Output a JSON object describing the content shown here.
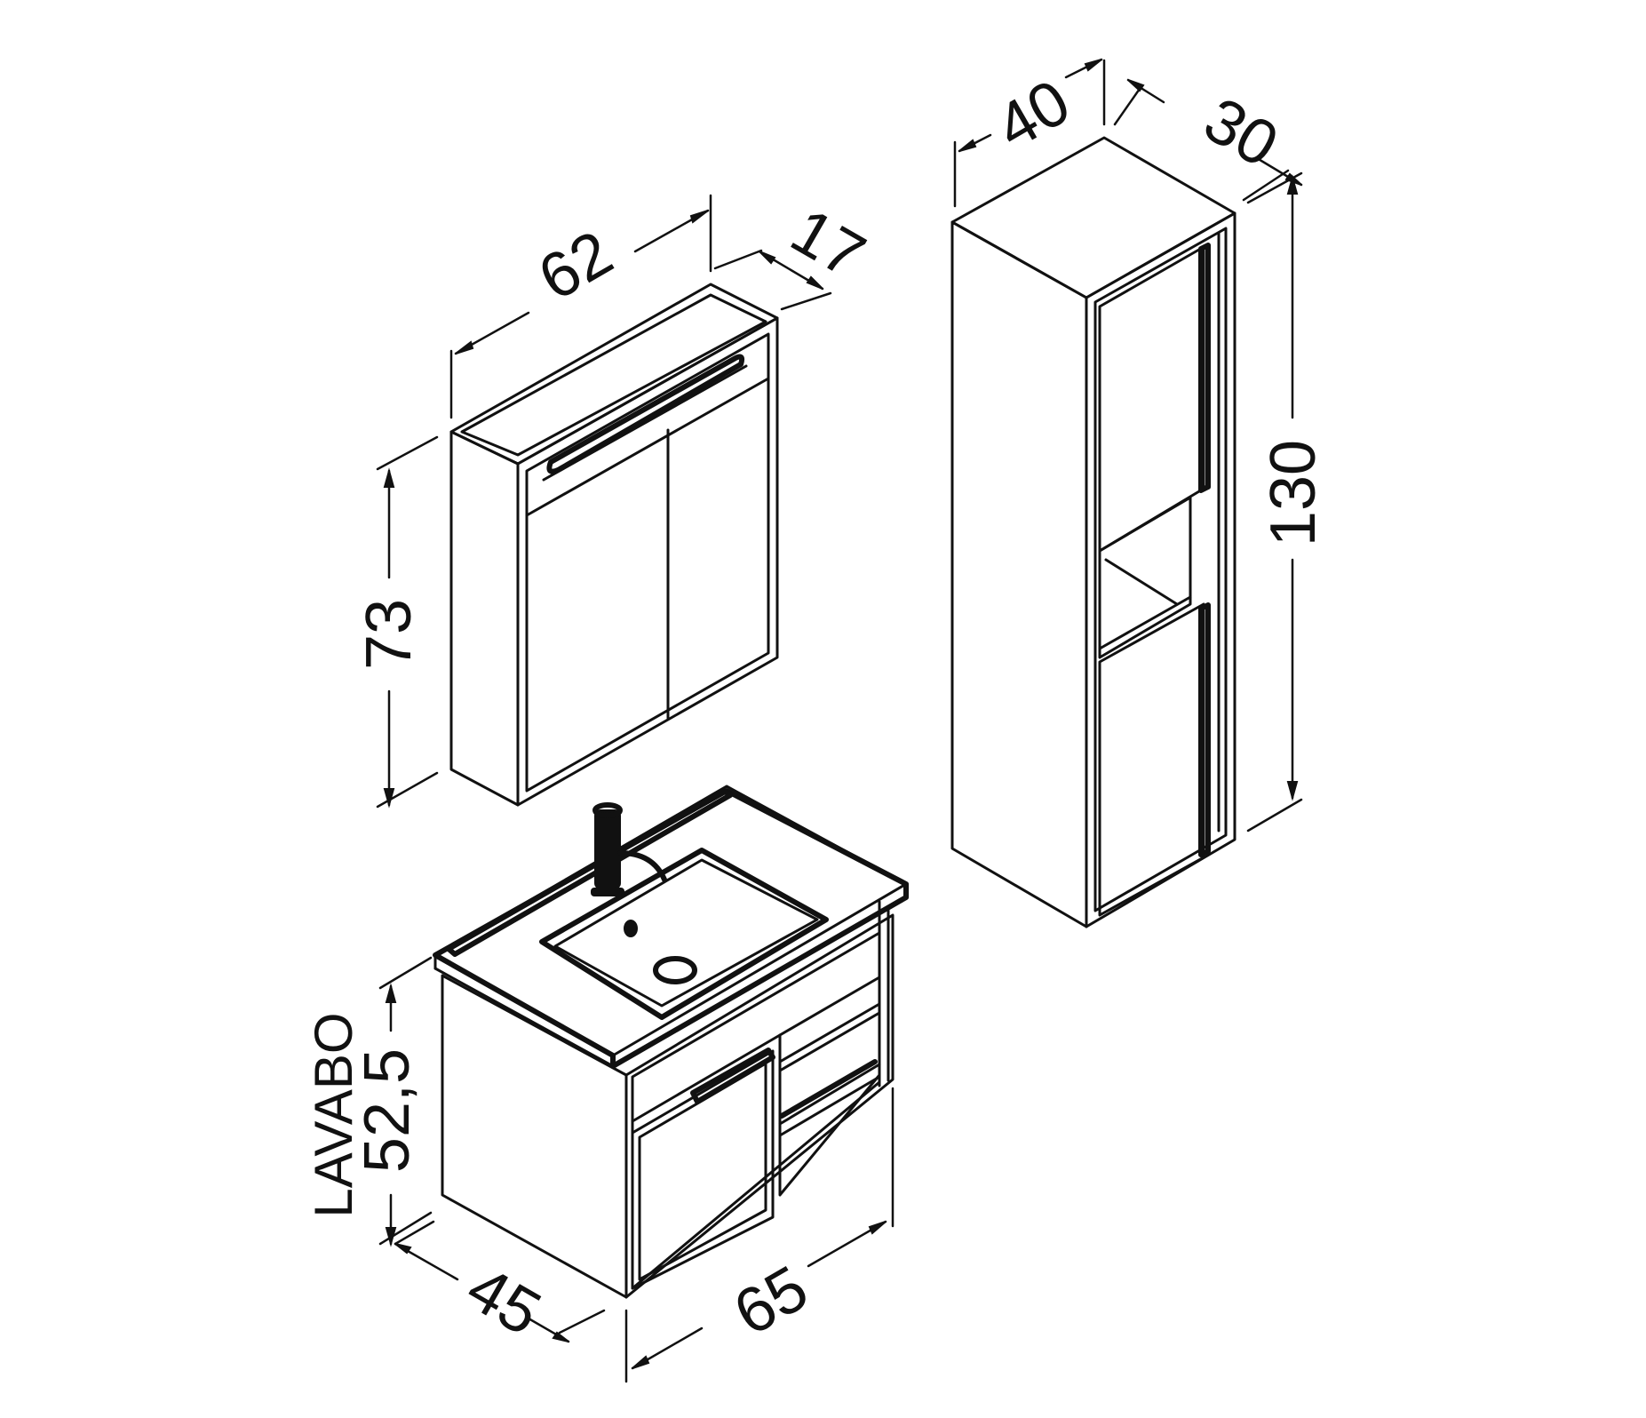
{
  "mirror_cabinet": {
    "width_label": "62",
    "depth_label": "17",
    "height_label": "73"
  },
  "tall_cabinet": {
    "width_label": "40",
    "depth_label": "30",
    "height_label": "130"
  },
  "vanity": {
    "height_label": "52,5",
    "name_label": "LAVABO",
    "depth_label": "45",
    "width_label": "65"
  },
  "colors": {
    "line": "#111111",
    "background": "#ffffff"
  }
}
